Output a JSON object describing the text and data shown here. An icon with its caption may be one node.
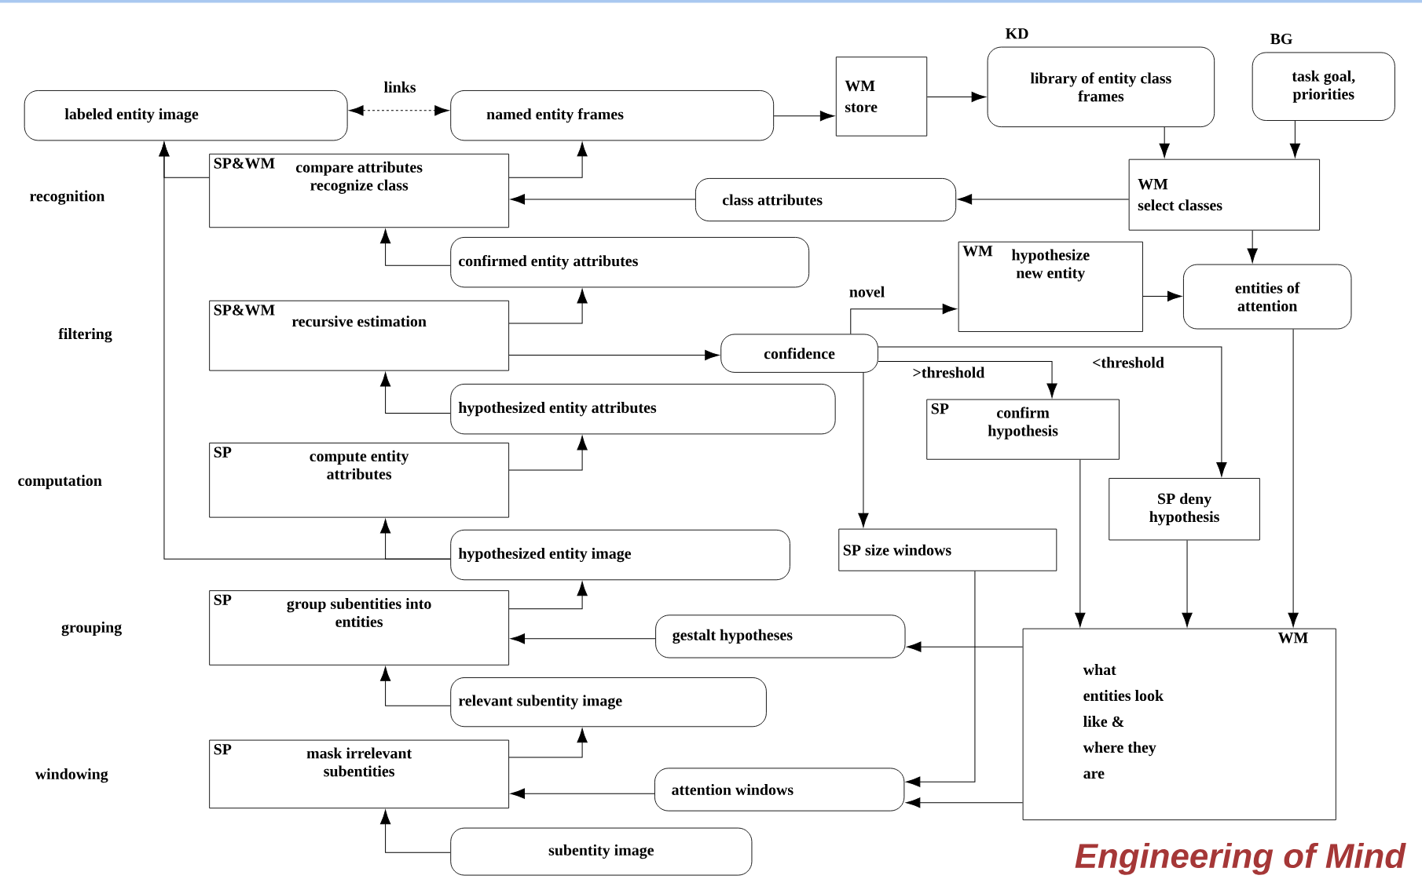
{
  "diagram": {
    "nodes": [
      {
        "text": [
          "labeled entity image"
        ]
      },
      {
        "text": [
          "named entity frames"
        ]
      },
      {
        "text": [
          "WM",
          "store"
        ]
      },
      {
        "text": [
          "KD",
          "library of entity class frames"
        ]
      },
      {
        "text": [
          "BG",
          "task goal, priorities"
        ]
      },
      {
        "text": [
          "SP&WM",
          "compare attributes recognize class"
        ]
      },
      {
        "text": [
          "class attributes"
        ]
      },
      {
        "text": [
          "WM",
          "select classes"
        ]
      },
      {
        "text": [
          "confirmed entity attributes"
        ]
      },
      {
        "text": [
          "WM",
          "hypothesize new entity"
        ]
      },
      {
        "text": [
          "entities of attention"
        ]
      },
      {
        "text": [
          "SP&WM",
          "recursive estimation"
        ]
      },
      {
        "text": [
          "confidence"
        ]
      },
      {
        "text": [
          "hypothesized entity attributes"
        ]
      },
      {
        "text": [
          "SP",
          "confirm hypothesis"
        ]
      },
      {
        "text": [
          "SP",
          "compute entity attributes"
        ]
      },
      {
        "text": [
          "SP deny hypothesis"
        ]
      },
      {
        "text": [
          "hypothesized entity image"
        ]
      },
      {
        "text": [
          "SP size windows"
        ]
      },
      {
        "text": [
          "SP",
          "group subentities into entities"
        ]
      },
      {
        "text": [
          "gestalt hypotheses"
        ]
      },
      {
        "text": [
          "WM",
          "what entities look like & where they are"
        ]
      },
      {
        "text": [
          "relevant subentity image"
        ]
      },
      {
        "text": [
          "SP",
          "mask irrelevant subentities"
        ]
      },
      {
        "text": [
          "attention windows"
        ]
      },
      {
        "text": [
          "subentity image"
        ]
      }
    ],
    "edges": [
      {
        "from": 0,
        "to": 1,
        "arrow": "both",
        "style": "dashed",
        "label": "links"
      },
      {
        "from": 1,
        "to": 2,
        "arrow": "to"
      },
      {
        "from": 2,
        "to": 3,
        "arrow": "to"
      },
      {
        "from": 3,
        "to": 7,
        "arrow": "to"
      },
      {
        "from": 4,
        "to": 7,
        "arrow": "to"
      },
      {
        "from": 7,
        "to": 6,
        "arrow": "to"
      },
      {
        "from": 6,
        "to": 5,
        "arrow": "to"
      },
      {
        "from": 5,
        "to": 1,
        "arrow": "to"
      },
      {
        "from": 5,
        "to": 0,
        "arrow": "to"
      },
      {
        "from": 8,
        "to": 5,
        "arrow": "to"
      },
      {
        "from": 11,
        "to": 8,
        "arrow": "to"
      },
      {
        "from": 11,
        "to": 12,
        "arrow": "to"
      },
      {
        "from": 12,
        "to": 9,
        "arrow": "to",
        "label": "novel"
      },
      {
        "from": 9,
        "to": 10,
        "arrow": "to"
      },
      {
        "from": 7,
        "to": 10,
        "arrow": "to"
      },
      {
        "from": 12,
        "to": 14,
        "arrow": "to",
        "label": ">threshold"
      },
      {
        "from": 12,
        "to": 16,
        "arrow": "to",
        "label": "<threshold"
      },
      {
        "from": 12,
        "to": 18,
        "arrow": "to"
      },
      {
        "from": 13,
        "to": 11,
        "arrow": "to"
      },
      {
        "from": 15,
        "to": 13,
        "arrow": "to"
      },
      {
        "from": 17,
        "to": 15,
        "arrow": "to"
      },
      {
        "from": 17,
        "to": 0,
        "arrow": "to"
      },
      {
        "from": 10,
        "to": 21,
        "arrow": "to"
      },
      {
        "from": 14,
        "to": 21,
        "arrow": "to"
      },
      {
        "from": 16,
        "to": 21,
        "arrow": "to"
      },
      {
        "from": 19,
        "to": 17,
        "arrow": "to"
      },
      {
        "from": 20,
        "to": 19,
        "arrow": "to"
      },
      {
        "from": 21,
        "to": 20,
        "arrow": "to"
      },
      {
        "from": 22,
        "to": 19,
        "arrow": "to"
      },
      {
        "from": 23,
        "to": 22,
        "arrow": "to"
      },
      {
        "from": 24,
        "to": 23,
        "arrow": "to"
      },
      {
        "from": 18,
        "to": 24,
        "arrow": "to"
      },
      {
        "from": 21,
        "to": 24,
        "arrow": "to"
      },
      {
        "from": 25,
        "to": 23,
        "arrow": "to"
      }
    ],
    "labels": [
      "recognition",
      "filtering",
      "computation",
      "grouping",
      "windowing",
      "Engineering of Mind"
    ]
  }
}
